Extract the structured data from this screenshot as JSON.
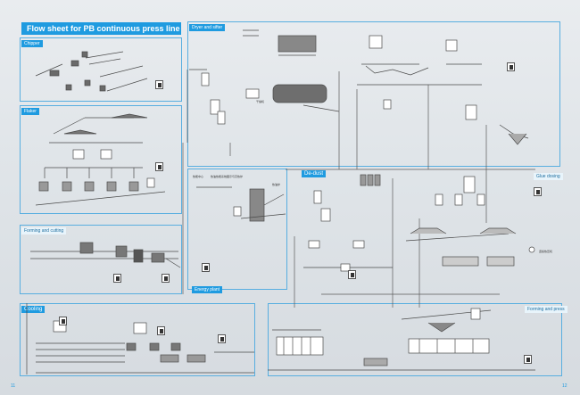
{
  "title": "Flow sheet for PB continuous press line",
  "sections": {
    "chipper": "Chipper",
    "flaker": "Flaker",
    "dryer": "Dryer and sifter",
    "dedust": "De-dust",
    "glue": "Glue dosing",
    "forming": "Forming and cutting",
    "energy": "Energy plant",
    "cooling": "Cooling",
    "forming_press": "Forming and press"
  },
  "page_numbers": {
    "left": "11",
    "right": "12"
  },
  "labels": {
    "dryer_caption": "干燥机",
    "energy_caption_1": "热能中心",
    "energy_caption_2": "热油热能系统图示与高热炉",
    "energy_caption_3": "热油炉",
    "press_caption": "连续热压机",
    "forming_caption": "铺装机"
  },
  "colors": {
    "accent": "#1f9be0",
    "line": "#4a4a4a",
    "frame": "#58aee0"
  }
}
